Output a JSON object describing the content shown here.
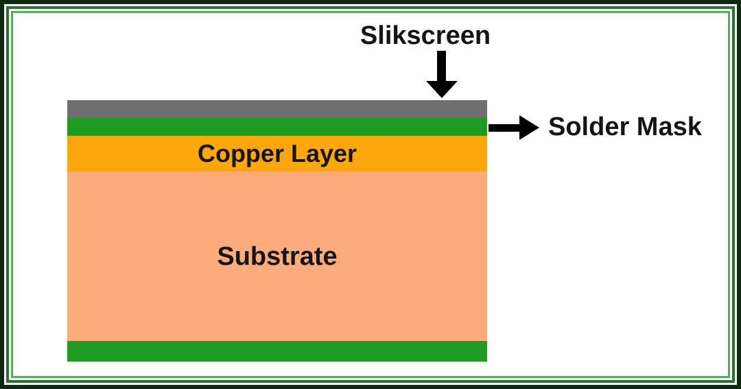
{
  "diagram": {
    "labels": {
      "silkscreen": "Slikscreen",
      "solder_mask": "Solder Mask",
      "copper": "Copper Layer",
      "substrate": "Substrate"
    },
    "colors": {
      "silkscreen_layer": "#6f6f6f",
      "solder_mask_layer": "#1e9c20",
      "copper_layer": "#fda70d",
      "substrate_layer": "#fcab7b",
      "label_text": "#151515",
      "arrow": "#000000",
      "frame_outer": "#0d290e",
      "frame_mid": "#2d7132",
      "frame_inner": "#56ad60",
      "background": "#ffffff"
    }
  }
}
